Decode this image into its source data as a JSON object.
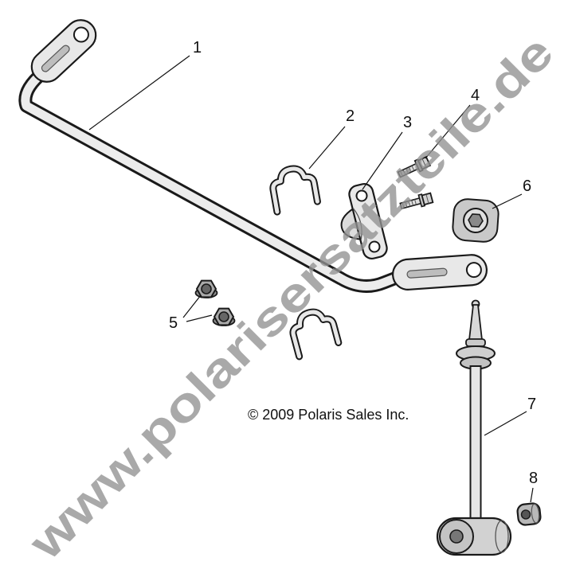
{
  "watermark": {
    "text": "www.polarisersatzteile.de",
    "color": "#929292"
  },
  "copyright": {
    "text": "© 2009 Polaris Sales Inc."
  },
  "callouts": [
    {
      "label": "1"
    },
    {
      "label": "2"
    },
    {
      "label": "3"
    },
    {
      "label": "4"
    },
    {
      "label": "5"
    },
    {
      "label": "6"
    },
    {
      "label": "7"
    },
    {
      "label": "8"
    }
  ]
}
